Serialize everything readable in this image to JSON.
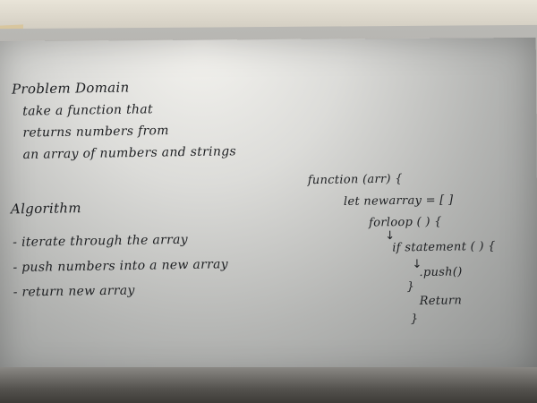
{
  "problem": {
    "heading": "Problem Domain",
    "lines": [
      "take a function that",
      "returns numbers from",
      "an array of numbers and strings"
    ]
  },
  "algorithm": {
    "heading": "Algorithm",
    "steps": [
      "- iterate through the array",
      "- push numbers into a new array",
      "- return new array"
    ]
  },
  "code": {
    "lines": [
      "function (arr) {",
      "let newarray = [ ]",
      "forloop ( ) {",
      "if statement ( ) {",
      ".push()",
      "}",
      "Return",
      "}"
    ],
    "arrow_glyph": "↓"
  },
  "colors": {
    "marker": "#1d1f22",
    "board": "#dcdcd9",
    "frame": "#9a9995"
  }
}
